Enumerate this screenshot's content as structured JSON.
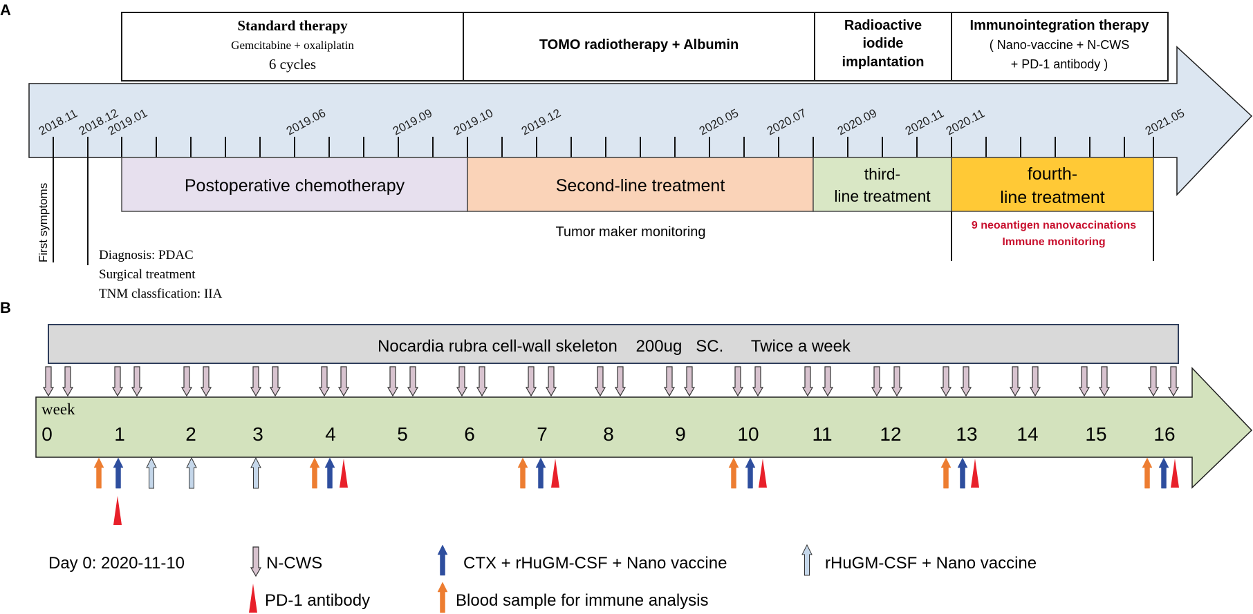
{
  "panel_a": {
    "label": "A",
    "phases": [
      {
        "title": "Standard therapy",
        "lines": [
          "Gemcitabine + oxaliplatin",
          "6 cycles"
        ]
      },
      {
        "title": "TOMO radiotherapy + Albumin",
        "lines": []
      },
      {
        "title": "Radioactive",
        "lines": [
          "iodide",
          "implantation"
        ]
      },
      {
        "title": "Immunointegration therapy",
        "lines": [
          "( Nano-vaccine + N-CWS",
          "+ PD-1 antibody )"
        ]
      }
    ],
    "timeline_dates": [
      "2018.11",
      "2018.12",
      "2019.01",
      "2019.06",
      "2019.09",
      "2019.10",
      "2019.12",
      "2020.05",
      "2020.07",
      "2020.09",
      "2020.11",
      "2020.11",
      "2021.05"
    ],
    "treatment_boxes": [
      {
        "lines": [
          "Postoperative chemotherapy"
        ],
        "color": "#e7e0ee"
      },
      {
        "lines": [
          "Second-line treatment"
        ],
        "color": "#fad3b8"
      },
      {
        "lines": [
          "third-",
          "line treatment"
        ],
        "color": "#d9e7c5"
      },
      {
        "lines": [
          "fourth-",
          "line treatment"
        ],
        "color": "#ffc936"
      }
    ],
    "first_symptoms": "First symptoms",
    "diagnosis_lines": [
      "Diagnosis: PDAC",
      "Surgical treatment",
      "TNM classfication: IIA"
    ],
    "tumor_marker": "Tumor maker monitoring",
    "neo_lines": [
      "9 neoantigen nanovaccinations",
      "Immune monitoring"
    ],
    "arrow_color": "#dce6f1",
    "red_text_color": "#c8102e"
  },
  "panel_b": {
    "label": "B",
    "ncws_bar": "Nocardia rubra cell-wall skeleton    200ug   SC.      Twice a week",
    "week_label": "week",
    "weeks": [
      "0",
      "1",
      "2",
      "3",
      "4",
      "5",
      "6",
      "7",
      "8",
      "9",
      "10",
      "11",
      "12",
      "13",
      "14",
      "15",
      "16"
    ],
    "arrow_color": "#d3e2bd",
    "legend": {
      "day0": "Day 0: 2020-11-10",
      "ncws": "N-CWS",
      "ctx": "CTX + rHuGM-CSF + Nano vaccine",
      "rhugm": "rHuGM-CSF + Nano vaccine",
      "pd1": "PD-1 antibody",
      "blood": "Blood sample for immune analysis"
    },
    "colors": {
      "ncws": "#d8c3cf",
      "ctx": "#2e4e9e",
      "rhugm": "#c5d7ea",
      "pd1": "#e8202a",
      "blood": "#ed7d31"
    }
  }
}
